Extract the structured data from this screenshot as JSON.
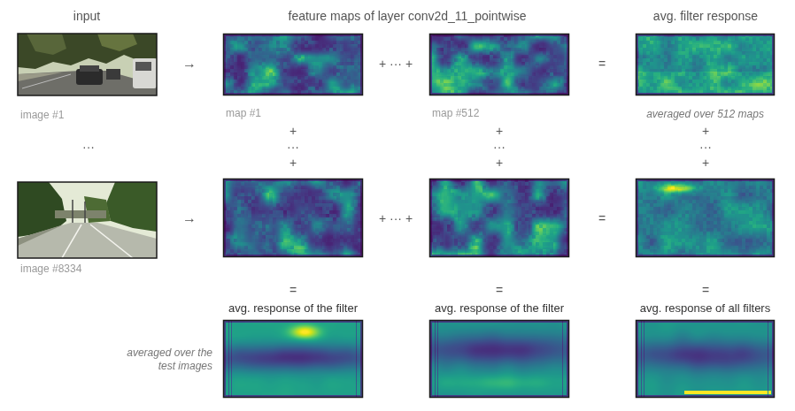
{
  "diagram": {
    "nodes": [
      {
        "text": [
          "image #1"
        ]
      },
      {
        "text": [
          "map #1"
        ]
      },
      {
        "text": [
          "map #512"
        ]
      },
      {
        "text": [
          "averaged over 512 maps"
        ]
      },
      {
        "text": [
          "image #8334"
        ]
      },
      {
        "text": [
          "avg. response of the filter"
        ]
      },
      {
        "text": [
          "avg. response of the filter"
        ]
      },
      {
        "text": [
          "avg. response of all filters"
        ]
      }
    ],
    "labels": [
      "input",
      "feature maps of layer conv2d_11_pointwise",
      "avg. filter response",
      "→",
      "+ ··· +",
      "=",
      "···",
      "+",
      "+",
      "+",
      "···",
      "···",
      "···",
      "+",
      "+",
      "+",
      "→",
      "+ ··· +",
      "=",
      "=",
      "=",
      "=",
      "averaged over the test images"
    ]
  }
}
